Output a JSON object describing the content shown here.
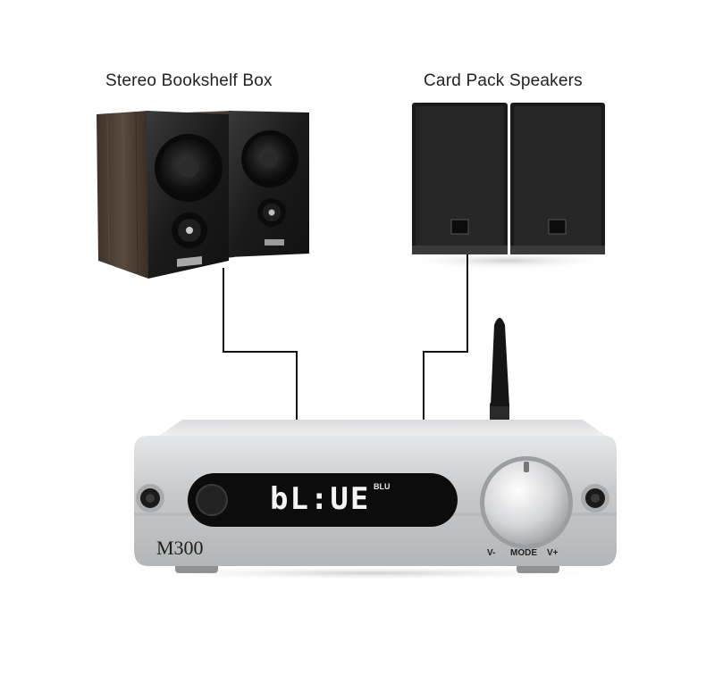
{
  "captions": {
    "left": "Stereo Bookshelf Box",
    "right": "Card Pack Speakers"
  },
  "amplifier": {
    "model": "M300",
    "display_text": "bL:UE",
    "display_subtext": "BLU",
    "knob_labels": {
      "volume_down": "V-",
      "mode": "MODE",
      "volume_up": "V+"
    }
  },
  "colors": {
    "bookshelf_wood": "#4a3b30",
    "speaker_front": "#161616",
    "amplifier_body": "#c9cbcd",
    "display_panel": "#0c0c0c",
    "cable": "#111111"
  }
}
